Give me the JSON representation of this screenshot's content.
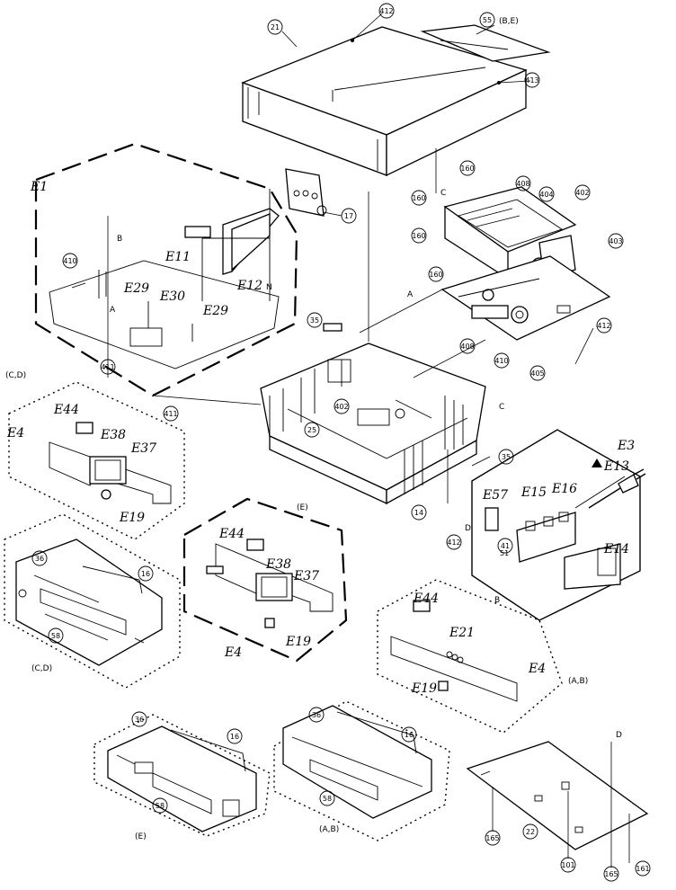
{
  "circled": {
    "c21": "21",
    "c412a": "412",
    "c413": "413",
    "c55": "55",
    "c17": "17",
    "c35a": "35",
    "c35b": "35",
    "c411a": "411",
    "c411b": "411",
    "c160a": "160",
    "c408a": "408",
    "c404": "404",
    "c402": "402",
    "c160b": "160",
    "c160c": "160",
    "c403": "403",
    "c160d": "160",
    "c412b": "412",
    "c408b": "408",
    "c405": "405",
    "c410a": "410",
    "c410b": "410",
    "c41": "41",
    "c402b": "402",
    "c25": "25",
    "c14": "14",
    "c412c": "412",
    "c36a": "36",
    "c16a": "16",
    "c58a": "58",
    "c36b": "36",
    "c16b": "16",
    "c58b": "58",
    "c36c": "36",
    "c16c": "16",
    "c58c": "58",
    "c22": "22",
    "c165a": "165",
    "c101": "101",
    "c165b": "165",
    "c161": "161"
  },
  "labels": {
    "sub55": "(B,E)",
    "E1": "E1",
    "E11": "E11",
    "E12": "E12",
    "E12n": "N",
    "E29a": "E29",
    "E30": "E30",
    "E29b": "E29",
    "B1": "B",
    "A1": "A",
    "A2": "A",
    "C1": "C",
    "C2": "C",
    "D1": "D",
    "D2": "D",
    "B2": "B",
    "CD1": "(C,D)",
    "E4a": "E4",
    "E44a": "E44",
    "E38a": "E38",
    "E37a": "E37",
    "E19a": "E19",
    "E3": "E3",
    "E13": "E13",
    "E57": "E57",
    "E15": "E15",
    "E16": "E16",
    "E14r": "E14",
    "c51": "51",
    "Ep": "(E)",
    "E44b": "E44",
    "E38b": "E38",
    "E37b": "E37",
    "E19b": "E19",
    "E4b": "E4",
    "CD2": "(C,D)",
    "E44c": "E44",
    "E21": "E21",
    "E19c": "E19",
    "E4c": "E4",
    "AB1": "(A,B)",
    "Ef": "(E)",
    "AB2": "(A,B)"
  },
  "icons": {
    "warning": "warning-triangle-icon",
    "plug": "power-plug-icon"
  }
}
